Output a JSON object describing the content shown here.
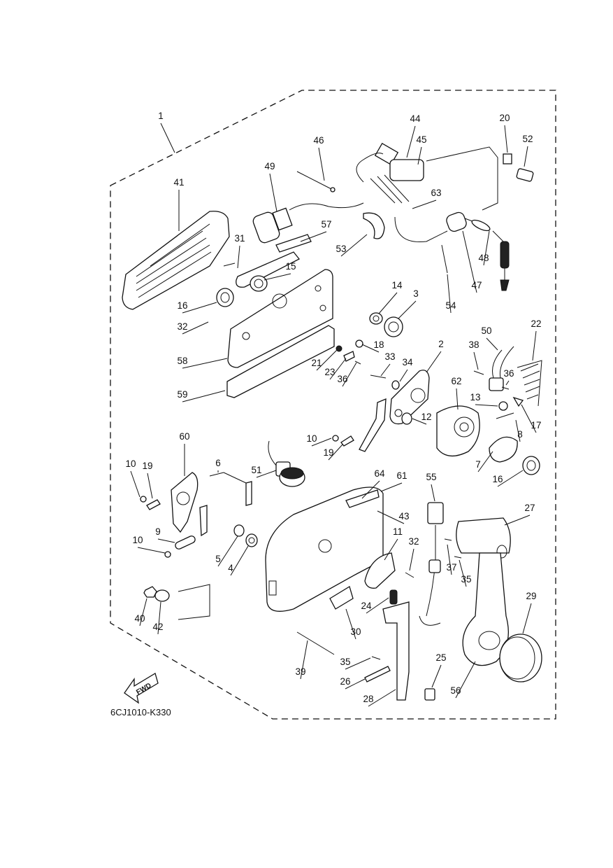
{
  "diagram_code": "6CJ1010-K330",
  "direction_label": "FWD",
  "callouts": [
    {
      "id": "c1",
      "text": "1"
    },
    {
      "id": "c44",
      "text": "44"
    },
    {
      "id": "c45",
      "text": "45"
    },
    {
      "id": "c20",
      "text": "20"
    },
    {
      "id": "c52",
      "text": "52"
    },
    {
      "id": "c46",
      "text": "46"
    },
    {
      "id": "c49",
      "text": "49"
    },
    {
      "id": "c41",
      "text": "41"
    },
    {
      "id": "c63",
      "text": "63"
    },
    {
      "id": "c57",
      "text": "57"
    },
    {
      "id": "c31",
      "text": "31"
    },
    {
      "id": "c53",
      "text": "53"
    },
    {
      "id": "c48",
      "text": "48"
    },
    {
      "id": "c47",
      "text": "47"
    },
    {
      "id": "c54",
      "text": "54"
    },
    {
      "id": "c15",
      "text": "15"
    },
    {
      "id": "c14",
      "text": "14"
    },
    {
      "id": "c3",
      "text": "3"
    },
    {
      "id": "c16a",
      "text": "16"
    },
    {
      "id": "c32a",
      "text": "32"
    },
    {
      "id": "c50",
      "text": "50"
    },
    {
      "id": "c22",
      "text": "22"
    },
    {
      "id": "c2",
      "text": "2"
    },
    {
      "id": "c18",
      "text": "18"
    },
    {
      "id": "c38",
      "text": "38"
    },
    {
      "id": "c58",
      "text": "58"
    },
    {
      "id": "c21",
      "text": "21"
    },
    {
      "id": "c33",
      "text": "33"
    },
    {
      "id": "c34",
      "text": "34"
    },
    {
      "id": "c23",
      "text": "23"
    },
    {
      "id": "c36a",
      "text": "36"
    },
    {
      "id": "c36b",
      "text": "36"
    },
    {
      "id": "c59",
      "text": "59"
    },
    {
      "id": "c62",
      "text": "62"
    },
    {
      "id": "c13",
      "text": "13"
    },
    {
      "id": "c17",
      "text": "17"
    },
    {
      "id": "c12",
      "text": "12"
    },
    {
      "id": "c8",
      "text": "8"
    },
    {
      "id": "c10a",
      "text": "10"
    },
    {
      "id": "c19a",
      "text": "19"
    },
    {
      "id": "c60",
      "text": "60"
    },
    {
      "id": "c7",
      "text": "7"
    },
    {
      "id": "c16b",
      "text": "16"
    },
    {
      "id": "c10b",
      "text": "10"
    },
    {
      "id": "c19b",
      "text": "19"
    },
    {
      "id": "c6",
      "text": "6"
    },
    {
      "id": "c51",
      "text": "51"
    },
    {
      "id": "c64",
      "text": "64"
    },
    {
      "id": "c61",
      "text": "61"
    },
    {
      "id": "c55",
      "text": "55"
    },
    {
      "id": "c43",
      "text": "43"
    },
    {
      "id": "c27",
      "text": "27"
    },
    {
      "id": "c9",
      "text": "9"
    },
    {
      "id": "c10c",
      "text": "10"
    },
    {
      "id": "c5",
      "text": "5"
    },
    {
      "id": "c4",
      "text": "4"
    },
    {
      "id": "c11",
      "text": "11"
    },
    {
      "id": "c32b",
      "text": "32"
    },
    {
      "id": "c37",
      "text": "37"
    },
    {
      "id": "c35a",
      "text": "35"
    },
    {
      "id": "c40",
      "text": "40"
    },
    {
      "id": "c42",
      "text": "42"
    },
    {
      "id": "c24",
      "text": "24"
    },
    {
      "id": "c30",
      "text": "30"
    },
    {
      "id": "c29",
      "text": "29"
    },
    {
      "id": "c39",
      "text": "39"
    },
    {
      "id": "c35b",
      "text": "35"
    },
    {
      "id": "c25",
      "text": "25"
    },
    {
      "id": "c26",
      "text": "26"
    },
    {
      "id": "c56",
      "text": "56"
    },
    {
      "id": "c28",
      "text": "28"
    }
  ]
}
